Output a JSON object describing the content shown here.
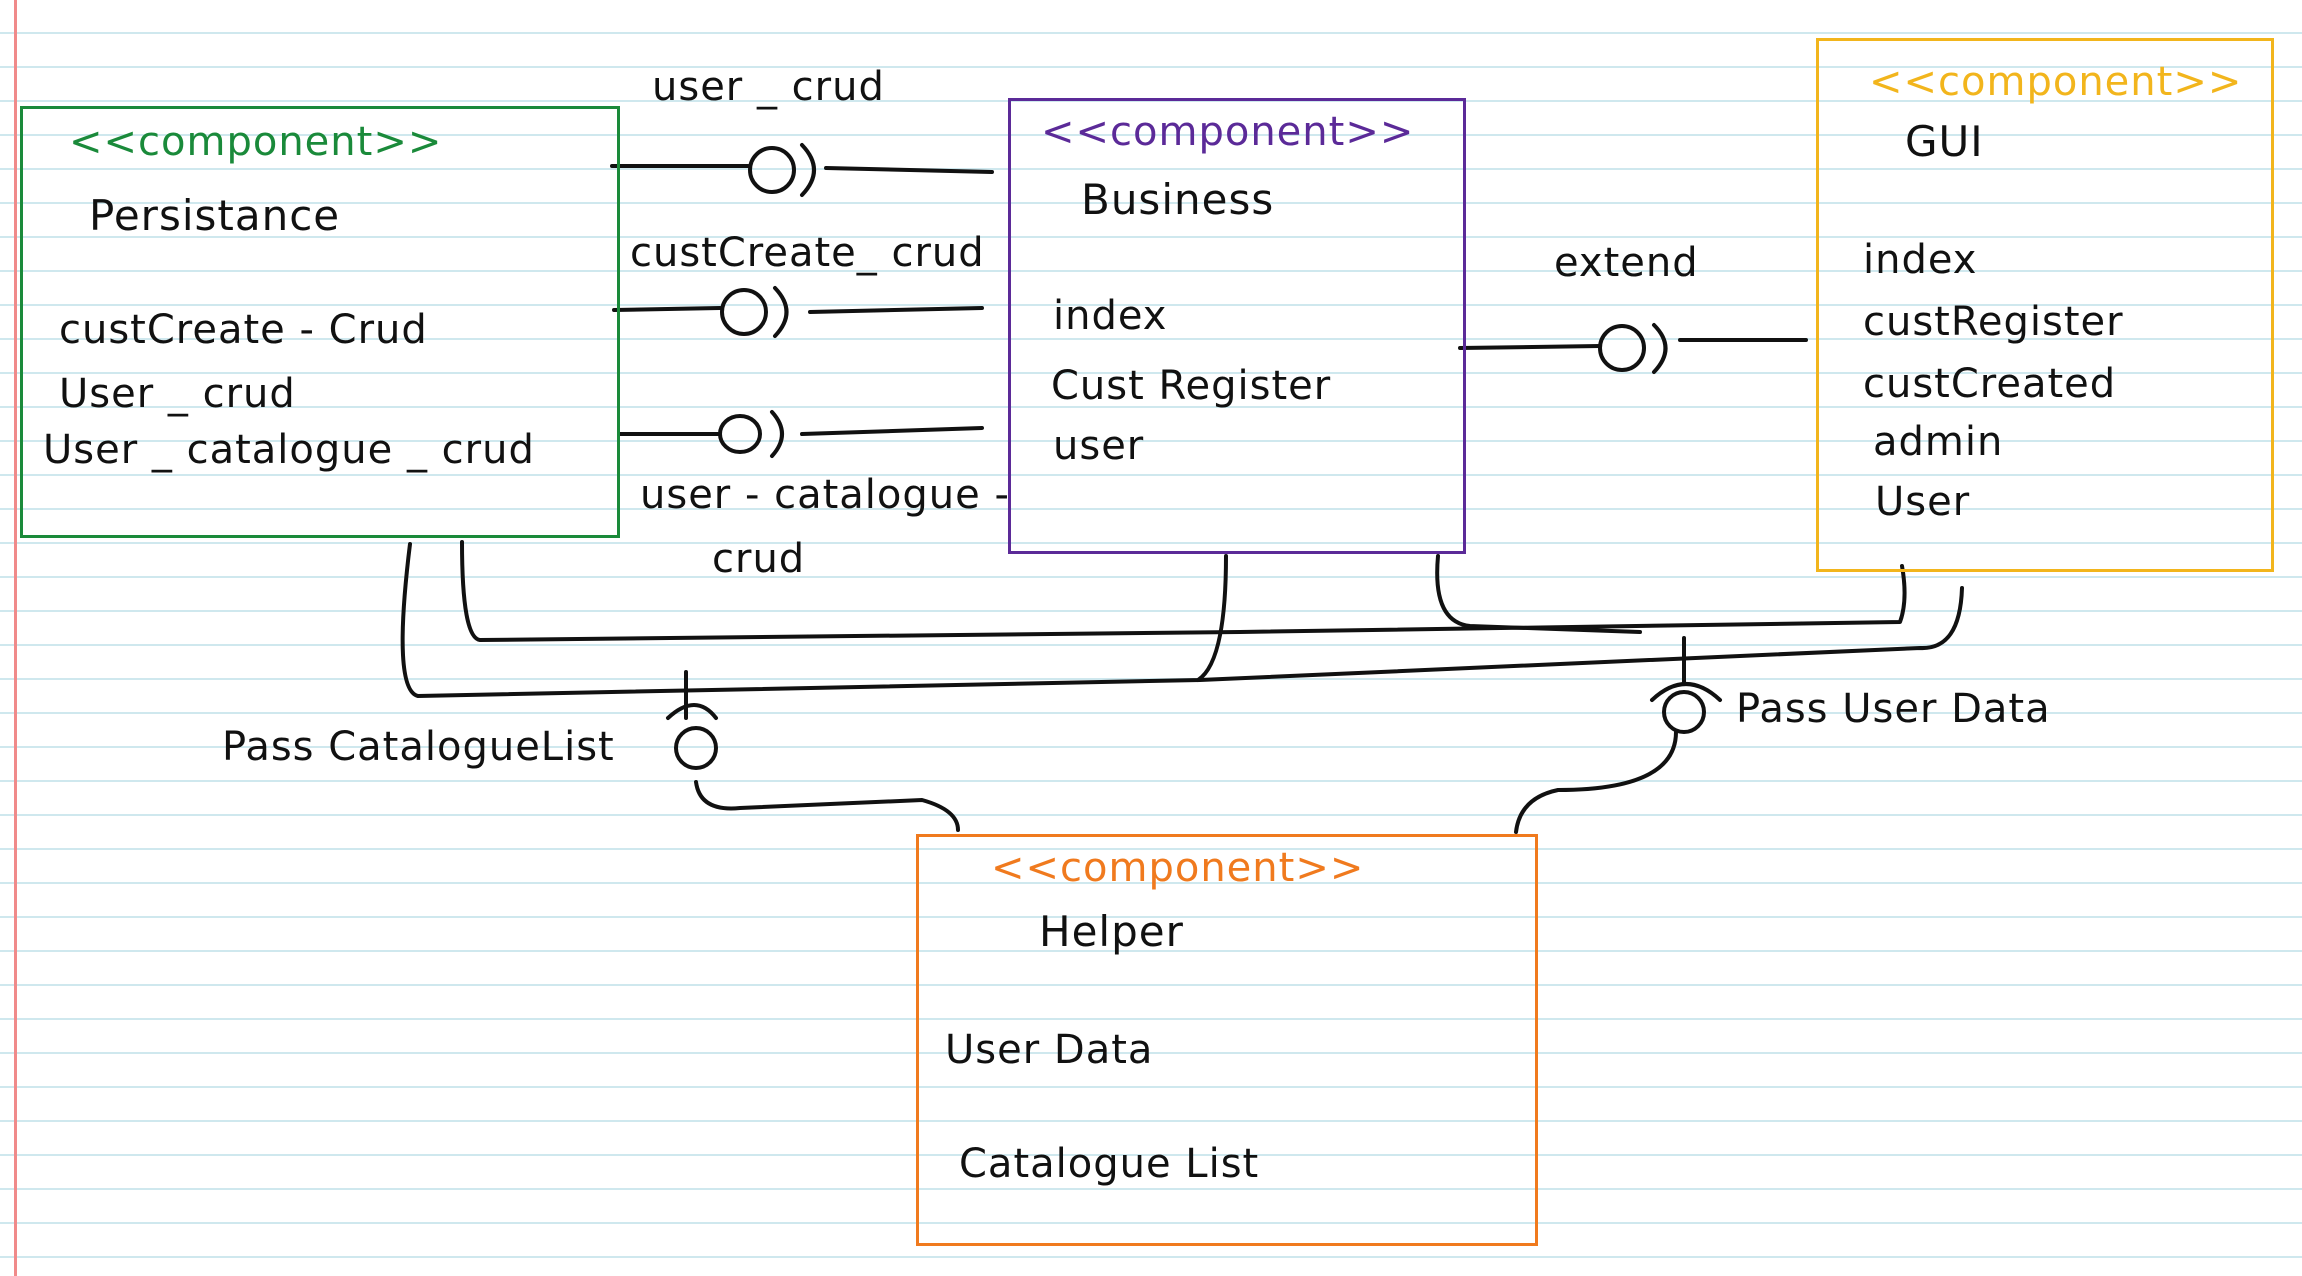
{
  "components": {
    "persistance": {
      "stereotype": "<<component>>",
      "name": "Persistance",
      "items": [
        "custCreate - Crud",
        "User _ crud",
        "User _ catalogue _ crud"
      ],
      "color": "#1a8a3a"
    },
    "business": {
      "stereotype": "<<component>>",
      "name": "Business",
      "items": [
        "index",
        "Cust Register",
        "user"
      ],
      "color": "#5b2a98"
    },
    "gui": {
      "stereotype": "<<component>>",
      "name": "GUI",
      "items": [
        "index",
        "custRegister",
        "custCreated",
        "admin",
        "User"
      ],
      "color": "#f2b51c"
    },
    "helper": {
      "stereotype": "<<component>>",
      "name": "Helper",
      "items": [
        "User Data",
        "Catalogue List"
      ],
      "color": "#f07a1e"
    }
  },
  "interfaces": {
    "user_crud": "user _ crud",
    "custcreate_crud": "custCreate_ crud",
    "user_catalogue_crud_1": "user - catalogue -",
    "user_catalogue_crud_2": "crud",
    "extend": "extend",
    "pass_catalogue_list": "Pass CatalogueList",
    "pass_user_data": "Pass User Data"
  },
  "colors": {
    "line": "#111111",
    "ruled": "#cfe8ee",
    "margin": "#f08a8a"
  }
}
